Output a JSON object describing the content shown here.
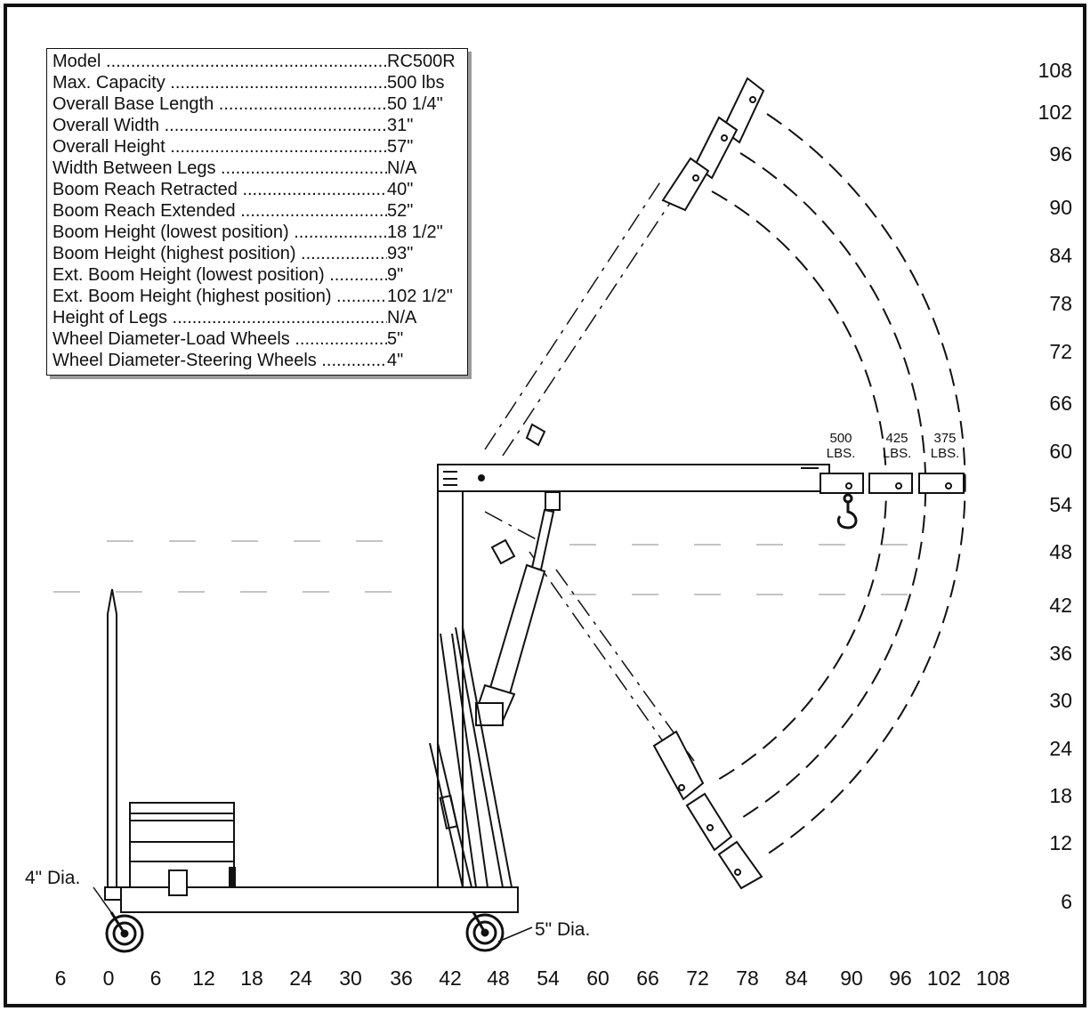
{
  "specs": [
    {
      "label": "Model",
      "value": "RC500R"
    },
    {
      "label": "Max. Capacity",
      "value": "500 lbs"
    },
    {
      "label": "Overall Base Length",
      "value": "50 1/4\""
    },
    {
      "label": "Overall Width",
      "value": "31\""
    },
    {
      "label": "Overall Height",
      "value": "57\""
    },
    {
      "label": "Width Between Legs",
      "value": "N/A"
    },
    {
      "label": "Boom Reach Retracted",
      "value": "40\""
    },
    {
      "label": "Boom Reach Extended",
      "value": "52\""
    },
    {
      "label": "Boom Height (lowest position)",
      "value": "18 1/2\""
    },
    {
      "label": "Boom Height (highest position)",
      "value": "93\""
    },
    {
      "label": "Ext. Boom Height (lowest position)",
      "value": "9\""
    },
    {
      "label": "Ext. Boom Height (highest position)",
      "value": "102 1/2\""
    },
    {
      "label": "Height of Legs",
      "value": "N/A"
    },
    {
      "label": "Wheel Diameter-Load Wheels",
      "value": "5\""
    },
    {
      "label": "Wheel Diameter-Steering Wheels",
      "value": "4\""
    }
  ],
  "y_axis_ticks": [
    "108",
    "102",
    "96",
    "90",
    "84",
    "78",
    "72",
    "66",
    "60",
    "54",
    "48",
    "42",
    "36",
    "30",
    "24",
    "18",
    "12",
    "6"
  ],
  "x_axis_ticks": [
    "6",
    "0",
    "6",
    "12",
    "18",
    "24",
    "30",
    "36",
    "42",
    "48",
    "54",
    "60",
    "66",
    "72",
    "78",
    "84",
    "90",
    "96",
    "102",
    "108"
  ],
  "capacities": [
    {
      "weight": "500",
      "unit": "LBS."
    },
    {
      "weight": "425",
      "unit": "LBS."
    },
    {
      "weight": "375",
      "unit": "LBS."
    }
  ],
  "callouts": {
    "steering_wheel": "4\" Dia.",
    "load_wheel": "5\" Dia."
  }
}
